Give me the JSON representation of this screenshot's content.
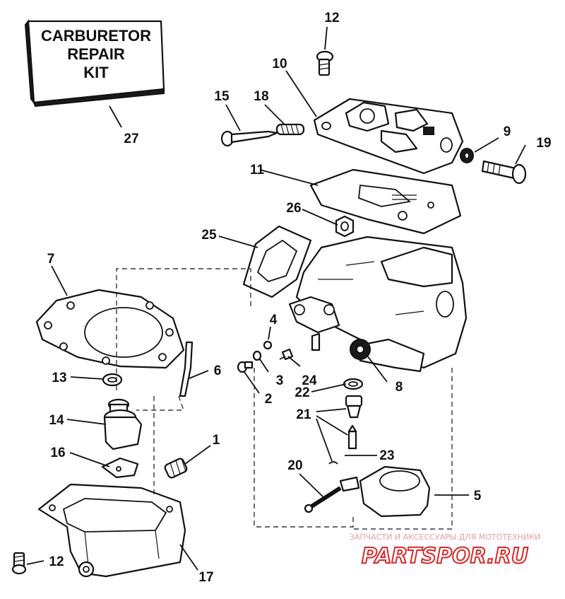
{
  "kit_box": {
    "line1": "CARBURETOR",
    "line2": "REPAIR",
    "line3": "KIT"
  },
  "callouts": {
    "c1": "1",
    "c2": "2",
    "c3": "3",
    "c4": "4",
    "c5": "5",
    "c6": "6",
    "c7": "7",
    "c8": "8",
    "c9": "9",
    "c10": "10",
    "c11": "11",
    "c12a": "12",
    "c12b": "12",
    "c13": "13",
    "c14": "14",
    "c15": "15",
    "c16": "16",
    "c17": "17",
    "c18": "18",
    "c19": "19",
    "c20": "20",
    "c21": "21",
    "c22": "22",
    "c23": "23",
    "c24": "24",
    "c25": "25",
    "c26": "26",
    "c27": "27"
  },
  "watermark": {
    "caption": "ЗАПЧАСТИ И АКСЕССУАРЫ ДЛЯ МОТОТЕХНИКИ",
    "brand": "PARTSPOR.RU"
  },
  "colors": {
    "line": "#111111",
    "background": "#ffffff",
    "watermark_red": "#d82828"
  }
}
